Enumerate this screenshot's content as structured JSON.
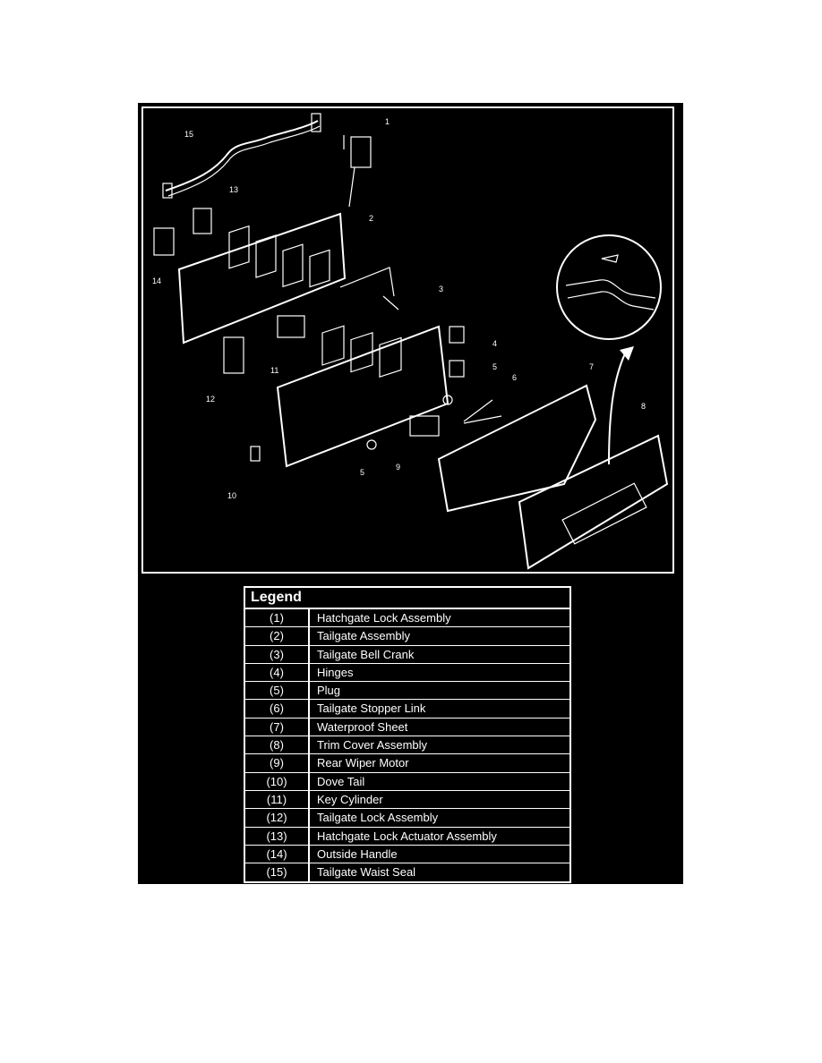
{
  "diagram": {
    "callouts": [
      "1",
      "2",
      "3",
      "4",
      "5",
      "5",
      "6",
      "7",
      "8",
      "9",
      "10",
      "11",
      "12",
      "13",
      "14",
      "15"
    ]
  },
  "legend": {
    "title": "Legend",
    "rows": [
      {
        "num": "(1)",
        "desc": "Hatchgate Lock Assembly"
      },
      {
        "num": "(2)",
        "desc": "Tailgate Assembly"
      },
      {
        "num": "(3)",
        "desc": "Tailgate Bell Crank"
      },
      {
        "num": "(4)",
        "desc": "Hinges"
      },
      {
        "num": "(5)",
        "desc": "Plug"
      },
      {
        "num": "(6)",
        "desc": "Tailgate Stopper Link"
      },
      {
        "num": "(7)",
        "desc": "Waterproof Sheet"
      },
      {
        "num": "(8)",
        "desc": "Trim Cover Assembly"
      },
      {
        "num": "(9)",
        "desc": "Rear Wiper Motor"
      },
      {
        "num": "(10)",
        "desc": "Dove Tail"
      },
      {
        "num": "(11)",
        "desc": "Key Cylinder"
      },
      {
        "num": "(12)",
        "desc": "Tailgate Lock Assembly"
      },
      {
        "num": "(13)",
        "desc": "Hatchgate Lock Actuator Assembly"
      },
      {
        "num": "(14)",
        "desc": "Outside Handle"
      },
      {
        "num": "(15)",
        "desc": "Tailgate Waist Seal"
      }
    ]
  },
  "colors": {
    "background": "#000000",
    "lines": "#ffffff",
    "page": "#ffffff"
  }
}
